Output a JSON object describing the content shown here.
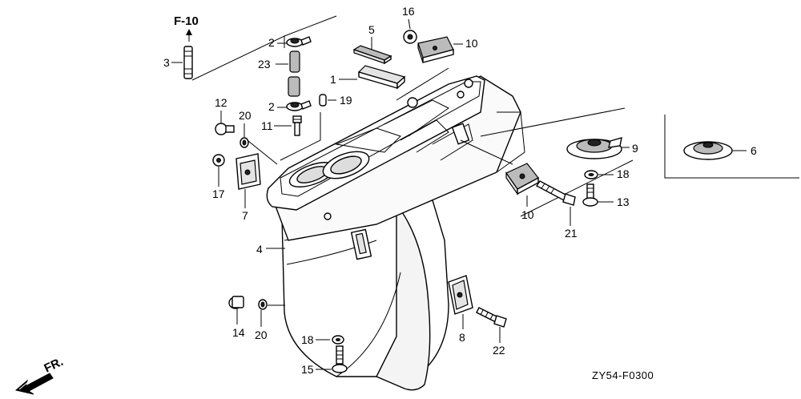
{
  "reference": {
    "page_ref": "F-10",
    "drawing_code": "ZY54-F0300",
    "direction": "FR."
  },
  "callouts": {
    "c1": "1",
    "c2a": "2",
    "c2b": "2",
    "c3": "3",
    "c4": "4",
    "c5": "5",
    "c6": "6",
    "c7": "7",
    "c8": "8",
    "c9": "9",
    "c10a": "10",
    "c10b": "10",
    "c11": "11",
    "c12": "12",
    "c13": "13",
    "c14": "14",
    "c15": "15",
    "c16": "16",
    "c17": "17",
    "c18a": "18",
    "c18b": "18",
    "c19": "19",
    "c20a": "20",
    "c20b": "20",
    "c21": "21",
    "c22": "22",
    "c23": "23"
  }
}
